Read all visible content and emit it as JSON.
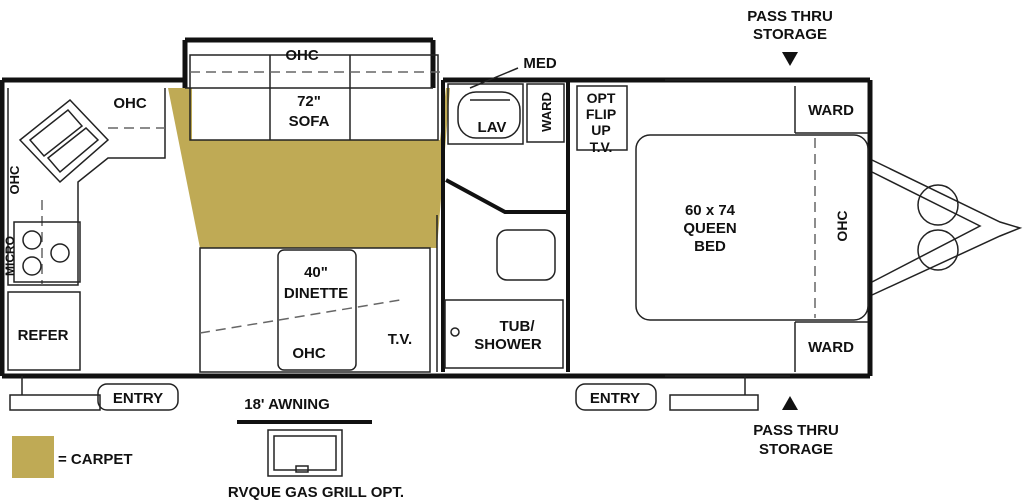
{
  "labels": {
    "pass_thru_top_1": "PASS THRU",
    "pass_thru_top_2": "STORAGE",
    "ohc_sofa": "OHC",
    "med": "MED",
    "ohc_kitchen": "OHC",
    "sofa_size": "72\"",
    "sofa": "SOFA",
    "lav": "LAV",
    "ward_bath": "WARD",
    "opt_flip_1": "OPT",
    "opt_flip_2": "FLIP",
    "opt_flip_3": "UP",
    "opt_flip_4": "T.V.",
    "ward_top": "WARD",
    "ohc_left": "OHC",
    "micro": "MICRO",
    "bed_size": "60 x 74",
    "bed_queen": "QUEEN",
    "bed_label": "BED",
    "ohc_bed": "OHC",
    "dinette_size": "40\"",
    "dinette": "DINETTE",
    "refer": "REFER",
    "tub_1": "TUB/",
    "tub_2": "SHOWER",
    "ohc_dinette": "OHC",
    "tv": "T.V.",
    "ward_bottom": "WARD",
    "entry_left": "ENTRY",
    "entry_right": "ENTRY",
    "awning": "18' AWNING",
    "pass_thru_bottom_1": "PASS THRU",
    "pass_thru_bottom_2": "STORAGE",
    "carpet_legend": "= CARPET",
    "grill": "RVQUE GAS GRILL OPT."
  },
  "colors": {
    "carpet": "#bfaa55",
    "wall": "#111111",
    "line": "#222222",
    "background": "#ffffff"
  }
}
